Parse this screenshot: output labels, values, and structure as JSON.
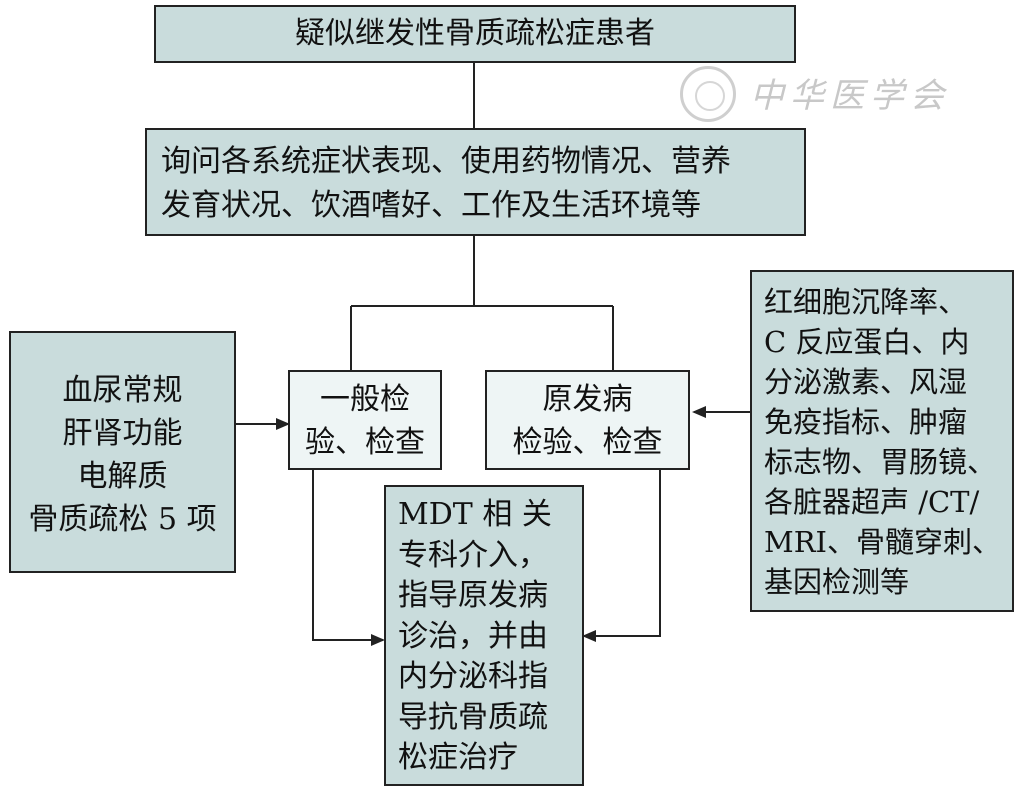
{
  "nodes": {
    "top": "疑似继发性骨质疏松症患者",
    "history": "询问各系统症状表现、使用药物情况、营养\n发育状况、饮酒嗜好、工作及生活环境等",
    "left_tests": "血尿常规\n肝肾功能\n电解质\n骨质疏松 5 项",
    "general": "一般检\n验、检查",
    "primary": "原发病\n检验、检查",
    "right_tests": "红细胞沉降率、\nC 反应蛋白、内\n分泌激素、风湿\n免疫指标、肿瘤\n标志物、胃肠镜、\n各脏器超声 /CT/\nMRI、骨髓穿刺、\n基因检测等",
    "mdt": "MDT 相 关\n专科介入，\n指导原发病\n诊治，并由\n内分泌科指\n导抗骨质疏\n松症治疗"
  },
  "watermark": {
    "text": "中华医学会",
    "icon": "society-seal-icon"
  },
  "colors": {
    "box_fill": "#c9dcdc",
    "box_fill_light": "#eef5f5",
    "line": "#222222"
  }
}
